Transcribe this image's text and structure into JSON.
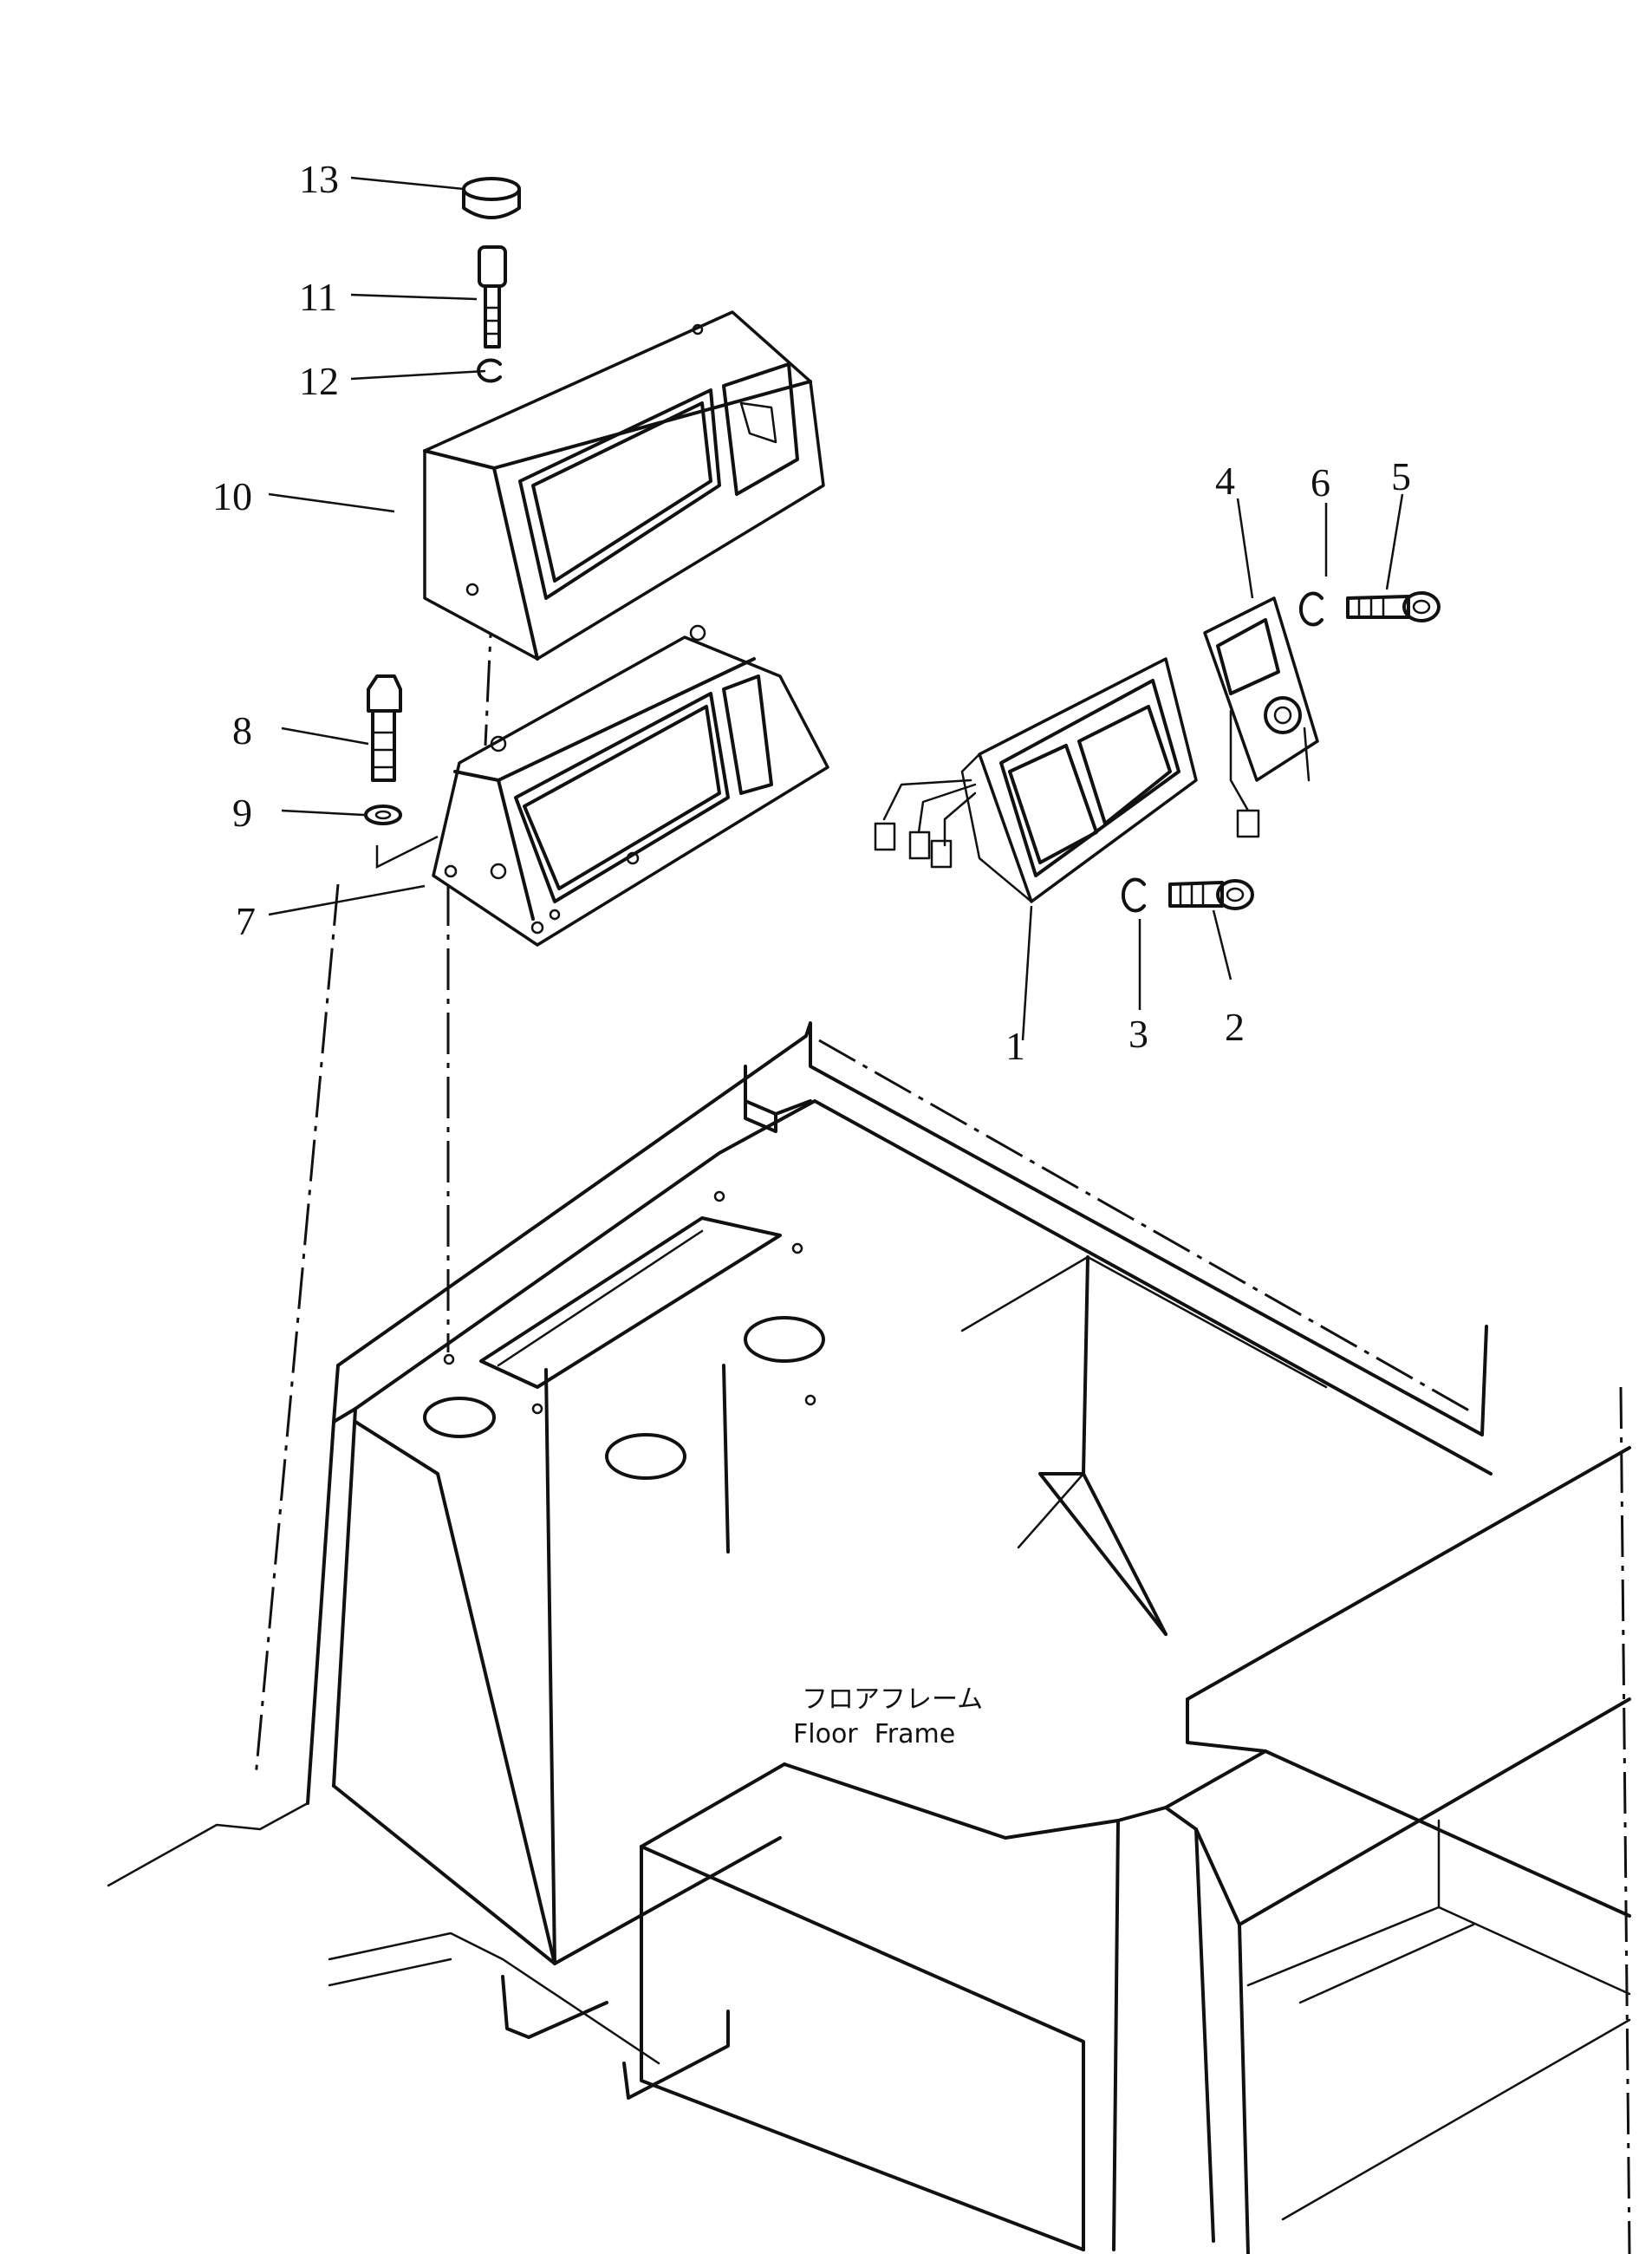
{
  "callouts": {
    "c1": "1",
    "c2": "2",
    "c3": "3",
    "c4": "4",
    "c5": "5",
    "c6": "6",
    "c7": "7",
    "c8": "8",
    "c9": "9",
    "c10": "10",
    "c11": "11",
    "c12": "12",
    "c13": "13"
  },
  "frame_label": {
    "japanese": "フロアフレーム",
    "english": "Floor  Frame"
  }
}
